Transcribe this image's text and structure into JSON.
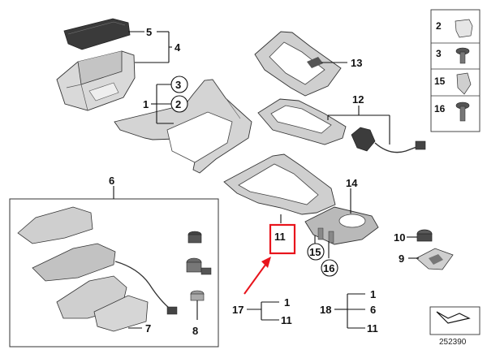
{
  "callouts": {
    "c1": "1",
    "c2": "2",
    "c3": "3",
    "c4": "4",
    "c5": "5",
    "c6": "6",
    "c7": "7",
    "c8": "8",
    "c9": "9",
    "c10": "10",
    "c11": "11",
    "c12": "12",
    "c13": "13",
    "c14": "14",
    "c15": "15",
    "c16": "16"
  },
  "sidebar": [
    {
      "label": "2"
    },
    {
      "label": "3"
    },
    {
      "label": "15"
    },
    {
      "label": "16"
    }
  ],
  "sets": {
    "s17": {
      "label": "17",
      "items": [
        "1",
        "11"
      ]
    },
    "s18": {
      "label": "18",
      "items": [
        "1",
        "6",
        "11"
      ]
    }
  },
  "drawing_number": "252390",
  "highlight_color": "#e8141c",
  "arrow_color": "#e8141c"
}
